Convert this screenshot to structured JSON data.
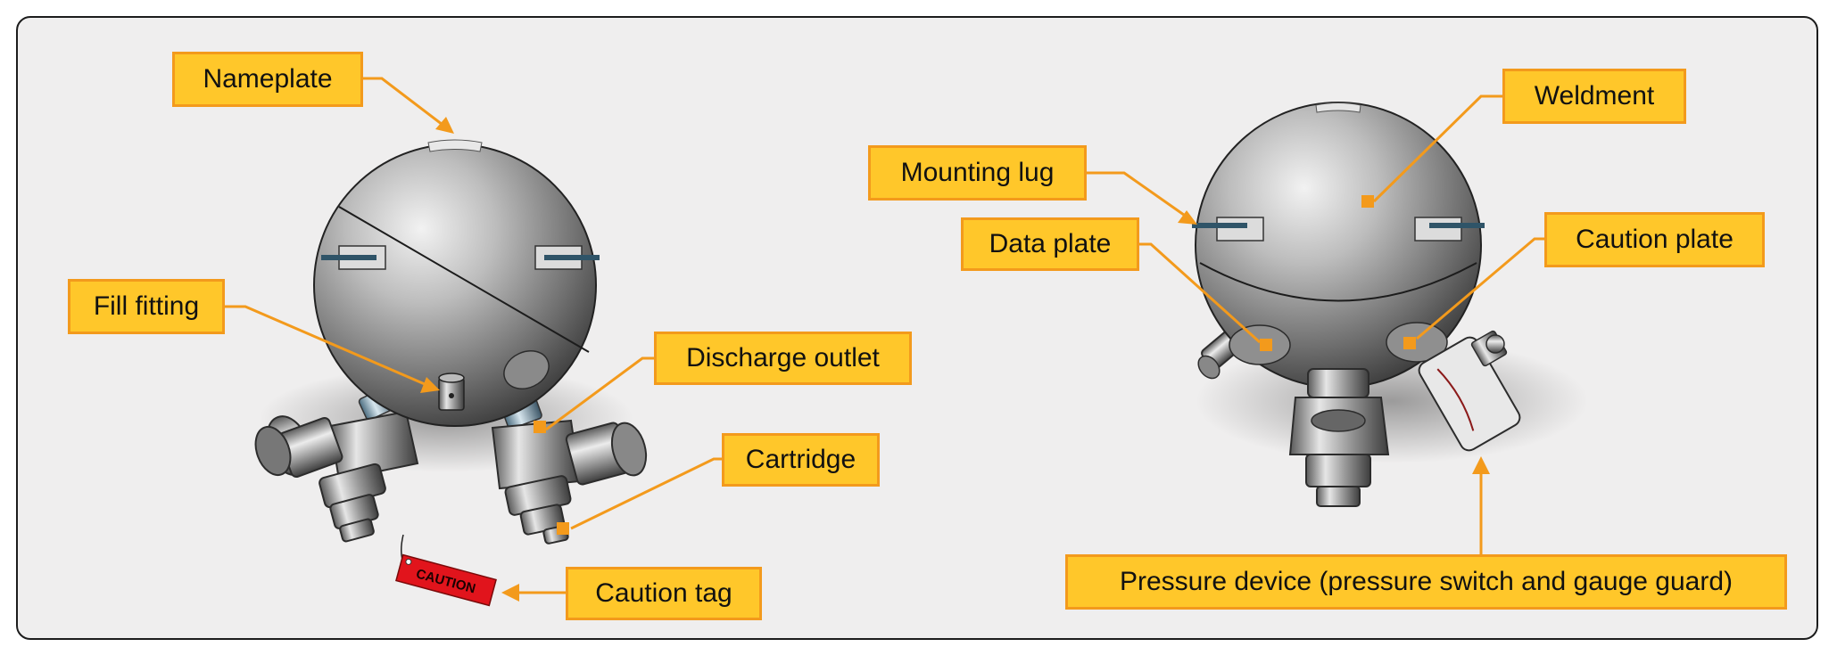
{
  "labels": {
    "nameplate": "Nameplate",
    "fill_fitting": "Fill fitting",
    "discharge_outlet": "Discharge outlet",
    "cartridge": "Cartridge",
    "caution_tag": "Caution tag",
    "weldment": "Weldment",
    "mounting_lug": "Mounting lug",
    "data_plate": "Data plate",
    "caution_plate": "Caution plate",
    "pressure_device": "Pressure device (pressure switch and gauge guard)"
  },
  "tag_text": "CAUTION",
  "colors": {
    "label_fill": "#ffc72a",
    "label_border": "#f39a1c",
    "leader": "#f39a1c",
    "tag": "#e1141c",
    "background": "#efeeee"
  }
}
